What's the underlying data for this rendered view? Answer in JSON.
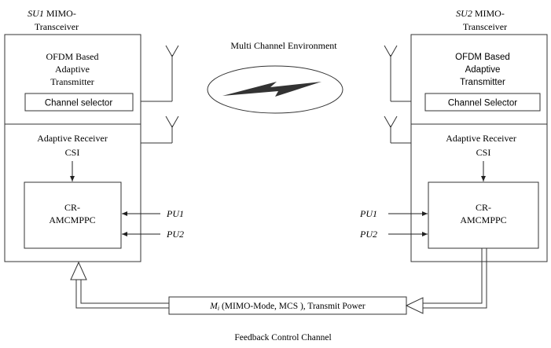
{
  "env_label": "Multi Channel Environment",
  "feedback_channel_label": "Feedback Control Channel",
  "su1": {
    "title_id": "SU1",
    "title_rest": " MIMO-",
    "title_line2": "Transceiver",
    "tx_line1": "OFDM Based",
    "tx_line2": "Adaptive",
    "tx_line3": "Transmitter",
    "selector": "Channel selector",
    "rx_label": "Adaptive Receiver",
    "csi": "CSI",
    "core_line1": "CR-",
    "core_line2": "AMCMPPC",
    "pu1": "PU1",
    "pu2": "PU2"
  },
  "su2": {
    "title_id": "SU2",
    "title_rest": " MIMO-",
    "title_line2": "Transceiver",
    "tx_line1": "OFDM Based",
    "tx_line2": "Adaptive",
    "tx_line3": "Transmitter",
    "selector": "Channel Selector",
    "rx_label": "Adaptive Receiver",
    "csi": "CSI",
    "core_line1": "CR-",
    "core_line2": "AMCMPPC",
    "pu1": "PU1",
    "pu2": "PU2"
  },
  "feedback_box": {
    "m_symbol": "M",
    "m_subscript": "i",
    "text": " (MIMO-Mode, MCS ), Transmit Power"
  }
}
